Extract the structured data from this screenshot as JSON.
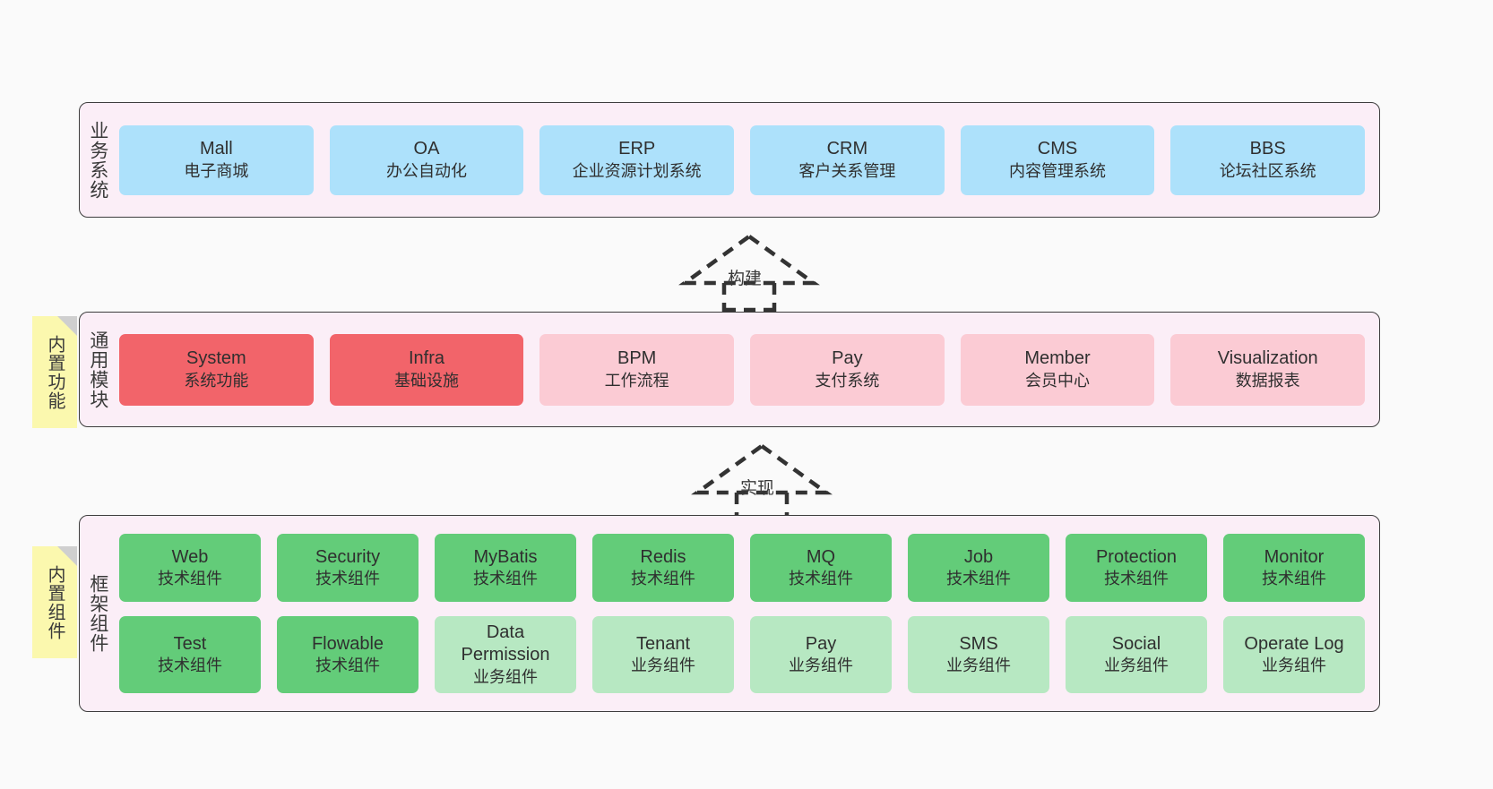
{
  "diagram": {
    "background": "#fafafa",
    "panel_bg": "#fbeef7",
    "panel_border": "#3d3d3d",
    "sticky_bg": "#fbf8ae"
  },
  "layers": [
    {
      "id": "business-system",
      "label": "业务系统",
      "card_color": "#ade1fb",
      "cards": [
        {
          "title": "Mall",
          "subtitle": "电子商城"
        },
        {
          "title": "OA",
          "subtitle": "办公自动化"
        },
        {
          "title": "ERP",
          "subtitle": "企业资源计划系统"
        },
        {
          "title": "CRM",
          "subtitle": "客户关系管理"
        },
        {
          "title": "CMS",
          "subtitle": "内容管理系统"
        },
        {
          "title": "BBS",
          "subtitle": "论坛社区系统"
        }
      ]
    },
    {
      "id": "common-module",
      "label": "通用模块",
      "sticky": "内置功能",
      "card_color_strong": "#f2646a",
      "card_color_soft": "#fbcbd4",
      "cards": [
        {
          "title": "System",
          "subtitle": "系统功能",
          "tone": "strong"
        },
        {
          "title": "Infra",
          "subtitle": "基础设施",
          "tone": "strong"
        },
        {
          "title": "BPM",
          "subtitle": "工作流程",
          "tone": "soft"
        },
        {
          "title": "Pay",
          "subtitle": "支付系统",
          "tone": "soft"
        },
        {
          "title": "Member",
          "subtitle": "会员中心",
          "tone": "soft"
        },
        {
          "title": "Visualization",
          "subtitle": "数据报表",
          "tone": "soft"
        }
      ]
    },
    {
      "id": "framework-component",
      "label": "框架组件",
      "sticky": "内置组件",
      "card_color_tech": "#63cc79",
      "card_color_biz": "#b7e8c2",
      "row1": [
        {
          "title": "Web",
          "subtitle": "技术组件"
        },
        {
          "title": "Security",
          "subtitle": "技术组件"
        },
        {
          "title": "MyBatis",
          "subtitle": "技术组件"
        },
        {
          "title": "Redis",
          "subtitle": "技术组件"
        },
        {
          "title": "MQ",
          "subtitle": "技术组件"
        },
        {
          "title": "Job",
          "subtitle": "技术组件"
        },
        {
          "title": "Protection",
          "subtitle": "技术组件"
        },
        {
          "title": "Monitor",
          "subtitle": "技术组件"
        }
      ],
      "row2": [
        {
          "title": "Test",
          "subtitle": "技术组件",
          "tone": "tech"
        },
        {
          "title": "Flowable",
          "subtitle": "技术组件",
          "tone": "tech"
        },
        {
          "title": "Data\nPermission",
          "subtitle": "业务组件",
          "tone": "biz"
        },
        {
          "title": "Tenant",
          "subtitle": "业务组件",
          "tone": "biz"
        },
        {
          "title": "Pay",
          "subtitle": "业务组件",
          "tone": "biz"
        },
        {
          "title": "SMS",
          "subtitle": "业务组件",
          "tone": "biz"
        },
        {
          "title": "Social",
          "subtitle": "业务组件",
          "tone": "biz"
        },
        {
          "title": "Operate Log",
          "subtitle": "业务组件",
          "tone": "biz"
        }
      ]
    }
  ],
  "arrows": [
    {
      "id": "build",
      "label": "构建"
    },
    {
      "id": "implement",
      "label": "实现"
    }
  ]
}
